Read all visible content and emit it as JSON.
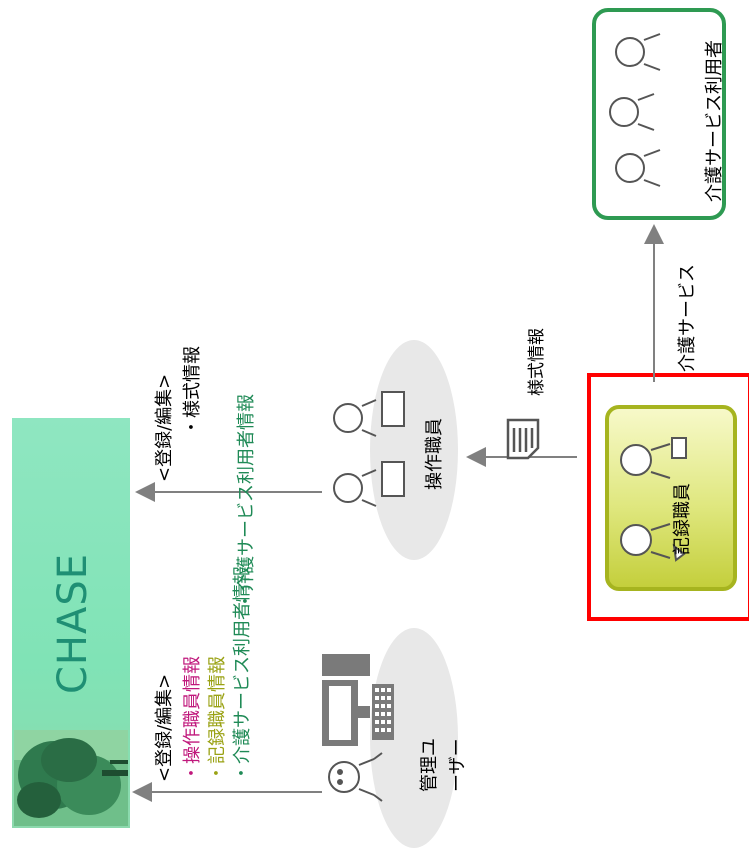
{
  "chase": {
    "title": "CHASE"
  },
  "admin": {
    "label": "管理ユーザー",
    "actions": {
      "header": "<登録/編集>",
      "items": [
        {
          "text": "・操作職員情報",
          "color": "#c0187c"
        },
        {
          "text": "・記録職員情報",
          "color": "#9aa214"
        },
        {
          "text": "・介護サービス利用者情報",
          "color": "#1f8a56"
        }
      ]
    }
  },
  "operator": {
    "label": "操作職員",
    "actions": {
      "header": "<登録/編集>",
      "items": [
        {
          "text": "・様式情報"
        }
      ]
    },
    "green_note": "・介護サービス利用者情報"
  },
  "document": {
    "label": "様式情報",
    "icon": "document-icon"
  },
  "recorder": {
    "label": "記録職員"
  },
  "service_arrow": {
    "label": "介護サービス"
  },
  "users": {
    "label": "介護サービス利用者"
  },
  "colors": {
    "chase_green": "#80e3b6",
    "chase_text": "#1f8f74",
    "recorder_border": "#a6b41f",
    "users_border": "#2e9a52",
    "highlight": "#ff0000",
    "arrow": "#808080"
  }
}
